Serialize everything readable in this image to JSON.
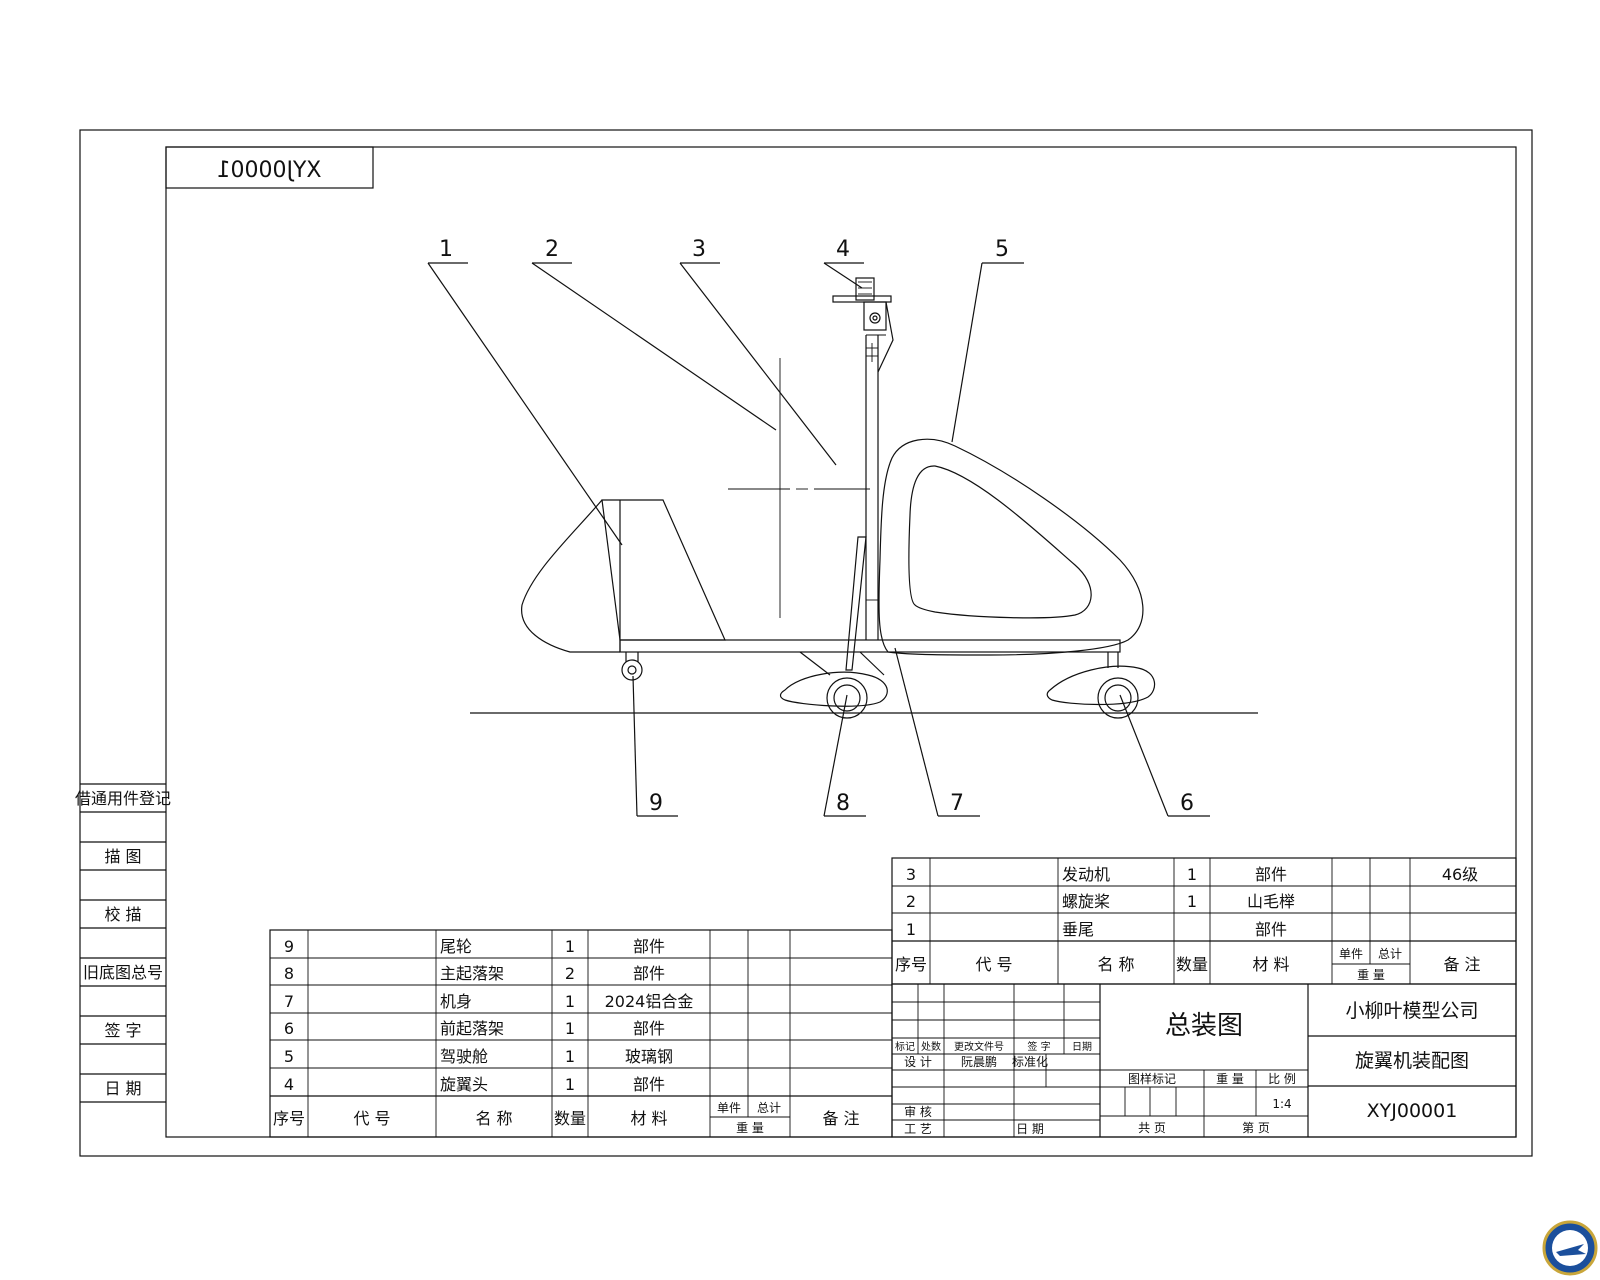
{
  "drawing_code_mirrored": "XYJ00001",
  "balloons": [
    "1",
    "2",
    "3",
    "4",
    "5",
    "6",
    "7",
    "8",
    "9"
  ],
  "left_strip": [
    "借通用件登记",
    "描 图",
    "校 描",
    "旧底图总号",
    "签 字",
    "日 期"
  ],
  "parts_left": {
    "rows": [
      {
        "no": "9",
        "code": "",
        "name": "尾轮",
        "qty": "1",
        "material": "部件"
      },
      {
        "no": "8",
        "code": "",
        "name": "主起落架",
        "qty": "2",
        "material": "部件"
      },
      {
        "no": "7",
        "code": "",
        "name": "机身",
        "qty": "1",
        "material": "2024铝合金"
      },
      {
        "no": "6",
        "code": "",
        "name": "前起落架",
        "qty": "1",
        "material": "部件"
      },
      {
        "no": "5",
        "code": "",
        "name": "驾驶舱",
        "qty": "1",
        "material": "玻璃钢"
      },
      {
        "no": "4",
        "code": "",
        "name": "旋翼头",
        "qty": "1",
        "material": "部件"
      }
    ],
    "header": {
      "no": "序号",
      "code": "代 号",
      "name": "名 称",
      "qty": "数量",
      "material": "材 料",
      "unit": "单件",
      "total": "总计",
      "weight": "重 量",
      "remark": "备 注"
    }
  },
  "parts_right": {
    "rows": [
      {
        "no": "3",
        "code": "",
        "name": "发动机",
        "qty": "1",
        "material": "部件",
        "remark": "46级"
      },
      {
        "no": "2",
        "code": "",
        "name": "螺旋桨",
        "qty": "1",
        "material": "山毛榉",
        "remark": ""
      },
      {
        "no": "1",
        "code": "",
        "name": "垂尾",
        "qty": "",
        "material": "部件",
        "remark": ""
      }
    ],
    "header": {
      "no": "序号",
      "code": "代 号",
      "name": "名 称",
      "qty": "数量",
      "material": "材 料",
      "unit": "单件",
      "total": "总计",
      "weight": "重 量",
      "remark": "备 注"
    }
  },
  "title_block": {
    "drawing_name": "总装图",
    "company": "小柳叶模型公司",
    "title": "旋翼机装配图",
    "code": "XYJ00001",
    "rev_labels": {
      "mark": "标记",
      "count": "处数",
      "change_doc": "更改文件号",
      "sign": "签 字",
      "date": "日期"
    },
    "design": "设 计",
    "designer": "阮晨鹏",
    "standardize": "标准化",
    "review": "审 核",
    "process": "工 艺",
    "date_label": "日 期",
    "stage_mark": "图样标记",
    "weight": "重 量",
    "scale_label": "比 例",
    "scale": "1:4",
    "total_sheets": "共 页",
    "sheet": "第 页"
  }
}
